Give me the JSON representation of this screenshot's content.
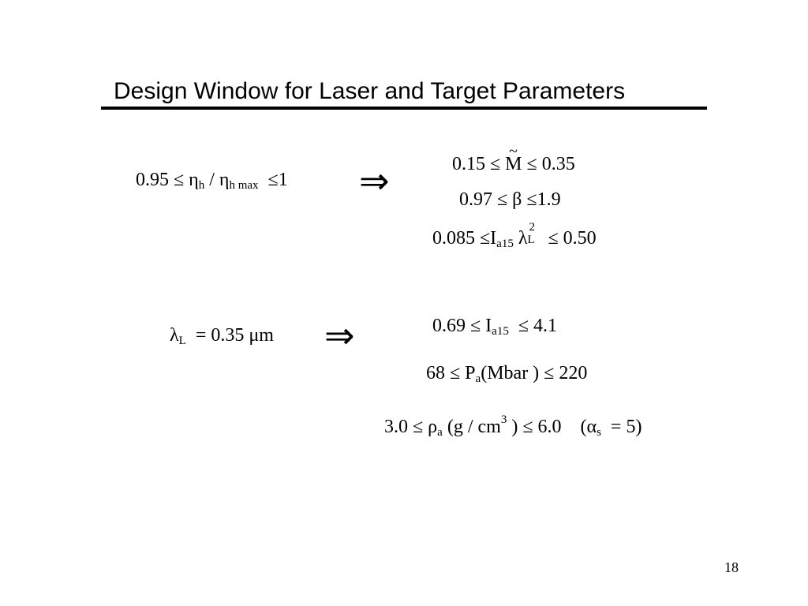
{
  "slide": {
    "title": "Design Window for Laser and Target Parameters",
    "page_number": "18"
  },
  "block1": {
    "condition": {
      "lower": "0.95",
      "op1": "≤",
      "eta": "η",
      "sub_h": "h",
      "slash": "/",
      "sub_hmax": "h max",
      "op2": "≤",
      "upper": "1"
    },
    "arrow": "⇒",
    "result1": {
      "lower": "0.15",
      "op1": "≤",
      "var": "M",
      "tilde": "~",
      "op2": "≤",
      "upper": "0.35"
    },
    "result2": {
      "lower": "0.97",
      "op1": "≤",
      "var": "β",
      "op2": "≤",
      "upper": "1.9"
    },
    "result3": {
      "lower": "0.085",
      "op1": "≤",
      "var": "I",
      "sub": "a15",
      "lambda": "λ",
      "sup": "2",
      "lambda_sub": "L",
      "op2": "≤",
      "upper": "0.50"
    }
  },
  "block2": {
    "condition": {
      "lambda": "λ",
      "sub": "L",
      "eq": "=",
      "value": "0.35",
      "unit": "μm"
    },
    "arrow": "⇒",
    "result1": {
      "lower": "0.69",
      "op1": "≤",
      "var": "I",
      "sub": "a15",
      "op2": "≤",
      "upper": "4.1"
    },
    "result2": {
      "lower": "68",
      "op1": "≤",
      "var": "P",
      "sub": "a",
      "unit": "(Mbar )",
      "op2": "≤",
      "upper": "220"
    },
    "result3": {
      "lower": "3.0",
      "op1": "≤",
      "var": "ρ",
      "sub": "a",
      "unit_open": "(g / cm",
      "unit_sup": "3",
      "unit_close": " )",
      "op2": "≤",
      "upper": "6.0",
      "note_open": "(α",
      "note_sub": "s",
      "note_eq": "=",
      "note_val": "5)"
    }
  }
}
